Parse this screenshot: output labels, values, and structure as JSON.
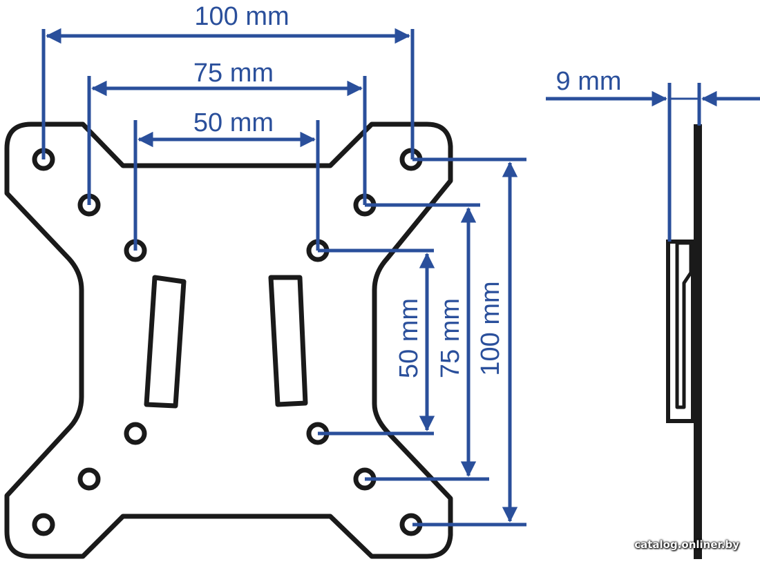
{
  "colors": {
    "plate": "#1a1a1a",
    "dimension": "#2a4f9b",
    "background": "#ffffff"
  },
  "dimensions": {
    "h100": "100 mm",
    "h75": "75 mm",
    "h50": "50 mm",
    "v50": "50 mm",
    "v75": "75 mm",
    "v100": "100 mm",
    "thickness": "9 mm"
  },
  "watermark": "catalog.onliner.by"
}
